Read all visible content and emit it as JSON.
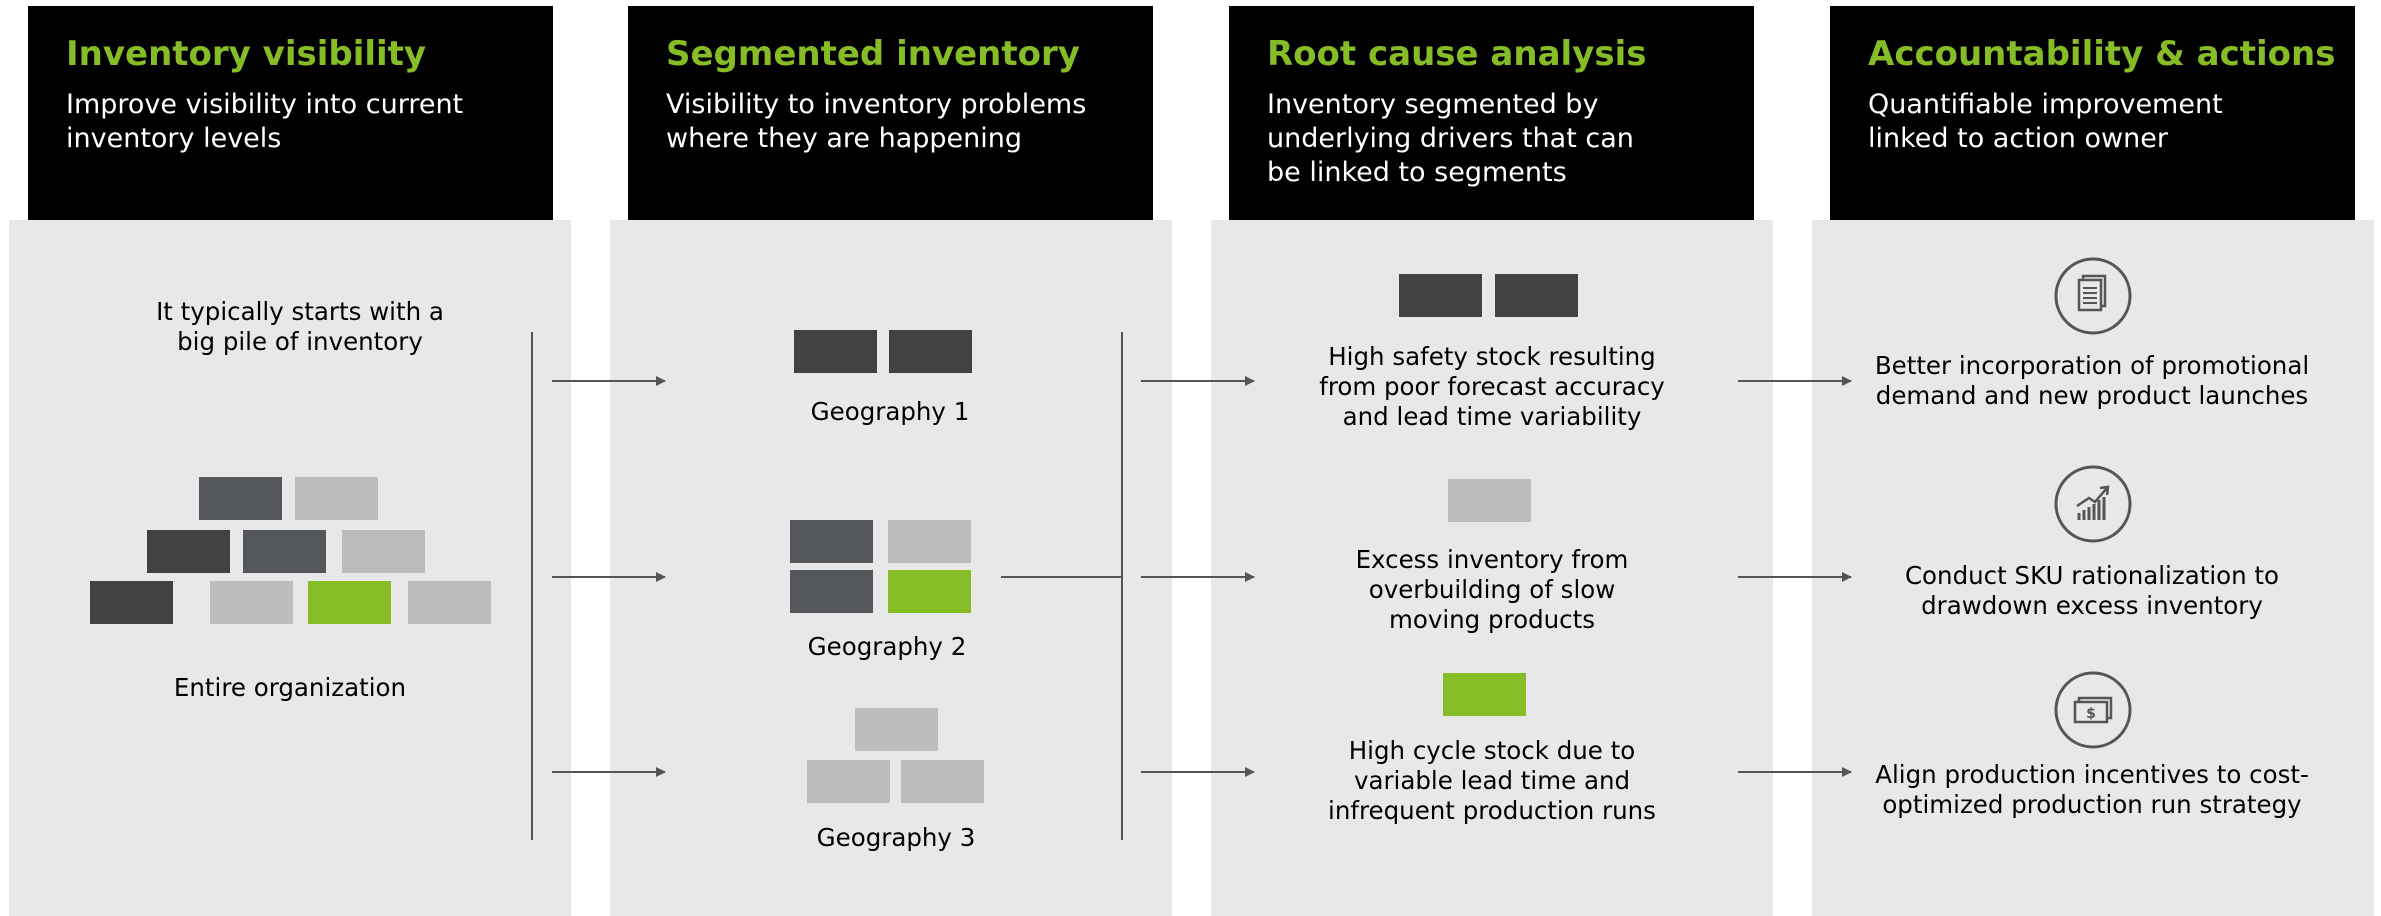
{
  "columns": [
    {
      "title": "Inventory visibility",
      "subtitle": "Improve visibility into current inventory levels"
    },
    {
      "title": "Segmented inventory",
      "subtitle": "Visibility to inventory problems where they are happening"
    },
    {
      "title": "Root cause analysis",
      "subtitle": "Inventory segmented by underlying drivers that can be linked to segments"
    },
    {
      "title": "Accountability & actions",
      "subtitle": "Quantifiable improvement linked to action owner"
    }
  ],
  "col1": {
    "intro": "It typically starts with a big pile of inventory",
    "caption": "Entire organization"
  },
  "geographies": [
    "Geography 1",
    "Geography 2",
    "Geography 3"
  ],
  "causes": [
    "High safety stock resulting from poor forecast accuracy and lead time variability",
    "Excess inventory from overbuilding of slow moving products",
    "High cycle stock due to variable lead time and infrequent production runs"
  ],
  "actions": [
    {
      "icon": "documents-icon",
      "text": "Better incorporation of promotional demand and new product launches"
    },
    {
      "icon": "growth-chart-icon",
      "text": "Conduct SKU rationalization to drawdown excess inventory"
    },
    {
      "icon": "money-icon",
      "text": "Align production incentives to cost-optimized production run strategy"
    }
  ],
  "colors": {
    "accent": "#86bc25",
    "dark": "#404244",
    "mid": "#54585d",
    "light": "#bdbdbd",
    "panel": "#e8e8e8",
    "header": "#000000"
  }
}
